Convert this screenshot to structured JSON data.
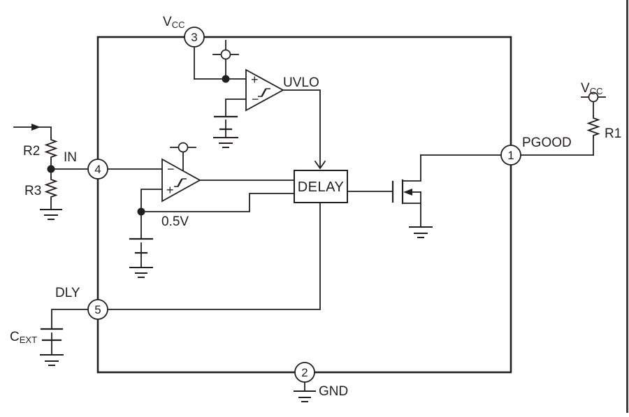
{
  "labels": {
    "vcc_main": "V",
    "vcc_sub": "CC",
    "uvlo": "UVLO",
    "in": "IN",
    "r1": "R1",
    "r2": "R2",
    "r3": "R3",
    "vref": "0.5V",
    "delay": "DELAY",
    "dly": "DLY",
    "cext_main": "C",
    "cext_sub": "EXT",
    "gnd": "GND",
    "pgood": "PGOOD",
    "plus": "+",
    "minus": "−"
  },
  "pins": [
    {
      "number": "1",
      "name": "PGOOD"
    },
    {
      "number": "2",
      "name": "GND"
    },
    {
      "number": "3",
      "name": "VCC"
    },
    {
      "number": "4",
      "name": "IN"
    },
    {
      "number": "5",
      "name": "DLY"
    }
  ],
  "colors": {
    "ink": "#231f20",
    "background": "#ffffff"
  }
}
